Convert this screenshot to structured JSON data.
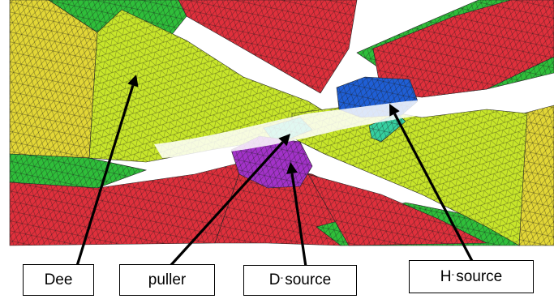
{
  "figure": {
    "labels": [
      {
        "id": "dee",
        "text": "Dee",
        "superscript": ""
      },
      {
        "id": "puller",
        "text": "puller",
        "superscript": ""
      },
      {
        "id": "d-source",
        "prefix": "D",
        "superscript": "-",
        "text": "source"
      },
      {
        "id": "h-source",
        "prefix": "H",
        "superscript": "-",
        "text": "source"
      }
    ],
    "colors": {
      "dee_yellow_green": "#c8e62a",
      "red_pole": "#e0303c",
      "green_block": "#2fbf3a",
      "yellow_block": "#e3d736",
      "d_source_purple": "#a332c9",
      "h_source_blue": "#1f5fd6",
      "puller_teal": "#35d0a0",
      "mesh_line": "#1a1a1a",
      "arrow": "#000000"
    }
  }
}
